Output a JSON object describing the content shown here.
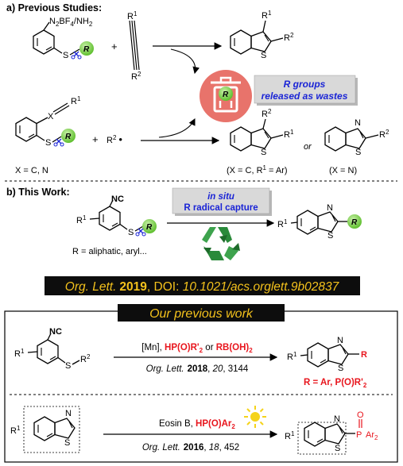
{
  "section_a": {
    "title": "a) Previous Studies:",
    "reagent1_group": "N",
    "reagent1_group_sub1": "2",
    "reagent1_group_mid": "BF",
    "reagent1_group_sub2": "4",
    "reagent1_group_end": "/NH",
    "reagent1_group_sub3": "2",
    "r_label": "R",
    "plus": "+",
    "alkyne_r1": "R",
    "alkyne_r1_sup": "1",
    "alkyne_r2": "R",
    "alkyne_r2_sup": "2",
    "product1_r1": "R",
    "product1_r1_sup": "1",
    "product1_r2": "R",
    "product1_r2_sup": "2",
    "s_atom": "S",
    "waste_line1": "R groups",
    "waste_line2": "released as wastes",
    "reagent2_x": "X",
    "reagent2_r1": "R",
    "reagent2_r1_sup": "1",
    "radical_r": "R",
    "radical_sup": "2",
    "radical_dot": "•",
    "x_def": "X = C, N",
    "product2_r2": "R",
    "product2_r2_sup": "2",
    "product2_r1": "R",
    "product2_r1_sup": "1",
    "or": "or",
    "product2_cond": "(X = C, R",
    "product2_cond_sup": "1",
    "product2_cond_end": " = Ar)",
    "product3_n": "N",
    "product3_r": "R",
    "product3_r_sup": "2",
    "product3_cond": "(X = N)"
  },
  "section_b": {
    "title": "b) This Work:",
    "r1": "R",
    "r1_sup": "1",
    "nc": "NC",
    "r_def": "R = aliphatic, aryl...",
    "box_line1": "in situ",
    "box_line2": "R radical capture",
    "product_n": "N",
    "product_r": "R"
  },
  "citation": {
    "journal": "Org. Lett.",
    "year": "2019",
    "doi_label": ", DOI: ",
    "doi": "10.1021/acs.orglett.9b02837"
  },
  "previous_work": {
    "title": "Our previous work",
    "row1": {
      "r1": "R",
      "r1_sup": "1",
      "nc": "NC",
      "r2": "R",
      "r2_sup": "2",
      "cond_plain": "[Mn], ",
      "cond_red1": "HP(O)R'",
      "cond_red1_sub": "2",
      "cond_or": " or ",
      "cond_red2": "RB(OH)",
      "cond_red2_sub": "2",
      "ref_journal": "Org. Lett.",
      "ref_year": "2018",
      "ref_vol": "20",
      "ref_page": ", 3144",
      "product_n": "N",
      "product_r": "R",
      "product_def": "R = Ar, P(O)R'",
      "product_def_sub": "2"
    },
    "row2": {
      "r1": "R",
      "r1_sup": "1",
      "n": "N",
      "cond_plain": "Eosin B, ",
      "cond_red": "HP(O)Ar",
      "cond_red_sub": "2",
      "ref_journal": "Org. Lett.",
      "ref_year": "2016",
      "ref_vol": "18",
      "ref_page": ", 452",
      "product_o": "O",
      "product_p": "P",
      "product_ar": "Ar",
      "product_ar_sub": "2"
    }
  },
  "colors": {
    "highlight_red": "#e8151d",
    "green_ball": "#7ed04a",
    "blue_text": "#1a24d6",
    "waste_circle": "#e8736b",
    "banner_bg": "#0d0d0d",
    "banner_text": "#f3c11c",
    "recycle_green": "#2a8a3a"
  }
}
